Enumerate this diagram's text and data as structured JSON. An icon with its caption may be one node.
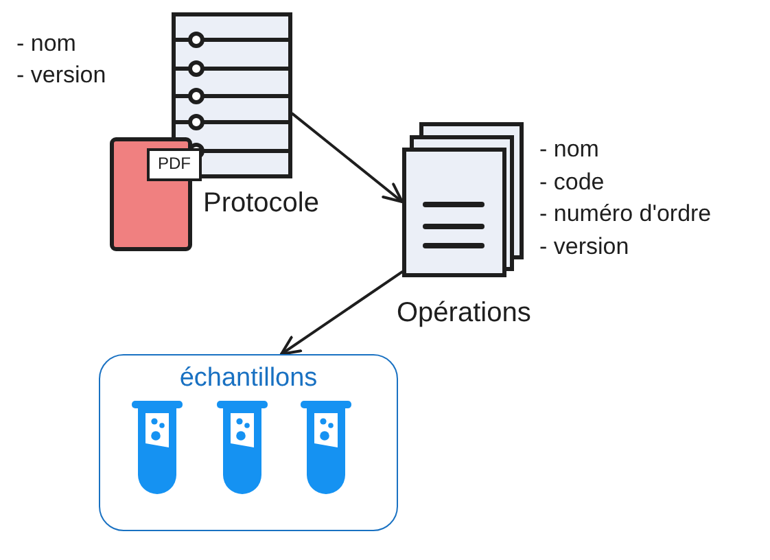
{
  "diagram": {
    "nodes": [
      {
        "text": [
          "Protocole"
        ],
        "beside": [
          "- nom",
          "- version"
        ]
      },
      {
        "text": [
          "Opérations"
        ],
        "beside": [
          "- nom",
          "- code",
          "- numéro d'ordre",
          "- version"
        ]
      },
      {
        "text": [
          "échantillons"
        ]
      }
    ],
    "edges": [
      {
        "from": 0,
        "to": 1,
        "arrow": "to"
      },
      {
        "from": 1,
        "to": 2,
        "arrow": "to"
      }
    ],
    "labels": [
      "PDF"
    ]
  }
}
